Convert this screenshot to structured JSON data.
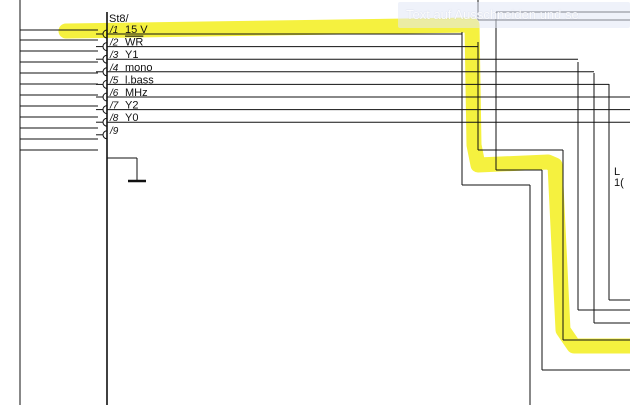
{
  "connector": {
    "name": "St8/"
  },
  "pins": [
    {
      "num": "1",
      "signal": "15 V",
      "overline": false
    },
    {
      "num": "2",
      "signal": "WR",
      "overline": true
    },
    {
      "num": "3",
      "signal": "Y1",
      "overline": false
    },
    {
      "num": "4",
      "signal": "mono",
      "overline": false
    },
    {
      "num": "5",
      "signal": "l.bass",
      "overline": false
    },
    {
      "num": "6",
      "signal": "MHz",
      "overline": false
    },
    {
      "num": "7",
      "signal": "Y2",
      "overline": false
    },
    {
      "num": "8",
      "signal": "Y0",
      "overline": false
    },
    {
      "num": "9",
      "signal": "",
      "overline": false
    }
  ],
  "edge_label": {
    "line1": "L",
    "line2": "1("
  },
  "toolbar": {
    "text": "Text auf Ausschneiden und se"
  },
  "colors": {
    "line": "#111111",
    "highlight": "#f4ef2a",
    "background": "#ffffff"
  }
}
